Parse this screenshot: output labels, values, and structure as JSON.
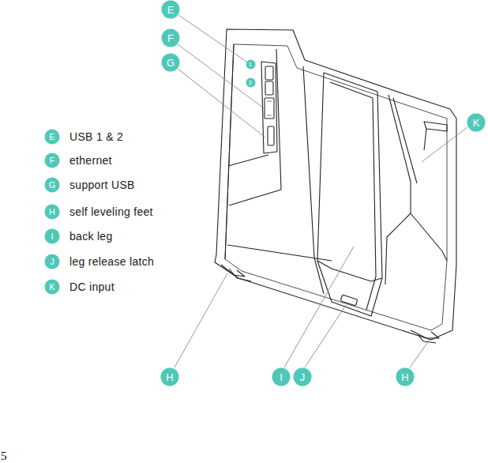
{
  "diagram": {
    "nodes": [
      {
        "text": [
          "E"
        ]
      },
      {
        "text": [
          "F"
        ]
      },
      {
        "text": [
          "G"
        ]
      },
      {
        "text": [
          "1"
        ]
      },
      {
        "text": [
          "2"
        ]
      },
      {
        "text": [
          "K"
        ]
      },
      {
        "text": [
          "E"
        ]
      },
      {
        "text": [
          "F"
        ]
      },
      {
        "text": [
          "G"
        ]
      },
      {
        "text": [
          "H"
        ]
      },
      {
        "text": [
          "I"
        ]
      },
      {
        "text": [
          "J"
        ]
      },
      {
        "text": [
          "K"
        ]
      },
      {
        "text": [
          "H"
        ]
      },
      {
        "text": [
          "I"
        ]
      },
      {
        "text": [
          "J"
        ]
      },
      {
        "text": [
          "H"
        ]
      }
    ],
    "labels": [
      "5"
    ],
    "legend": [
      {
        "text": "USB 1 & 2"
      },
      {
        "text": "ethernet"
      },
      {
        "text": "support USB"
      },
      {
        "text": "self leveling feet"
      },
      {
        "text": "back leg"
      },
      {
        "text": "leg release latch"
      },
      {
        "text": "DC input"
      }
    ]
  }
}
